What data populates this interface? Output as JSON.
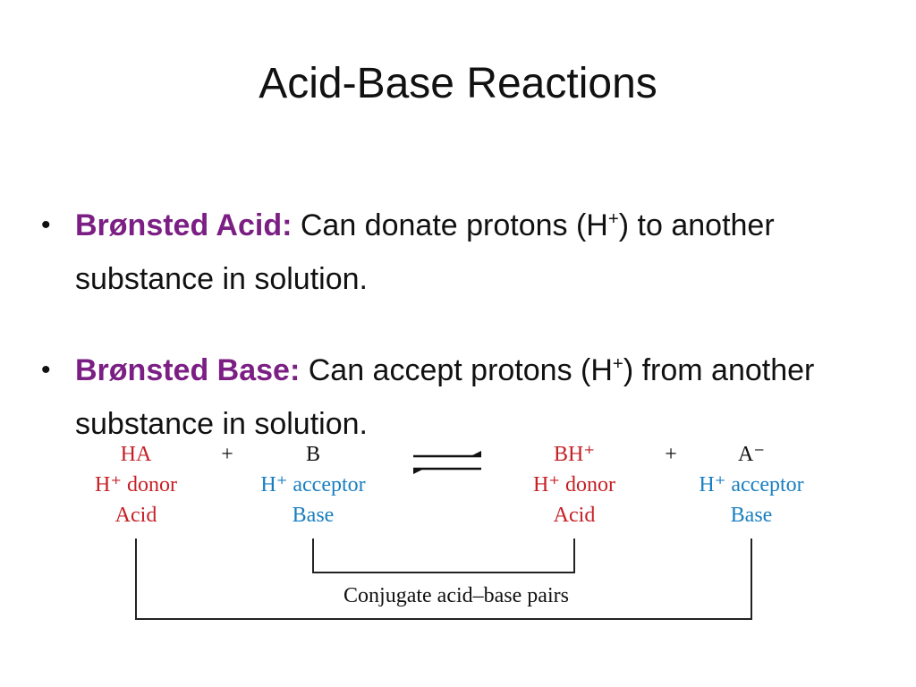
{
  "slide": {
    "title": "Acid-Base Reactions",
    "bullets": [
      {
        "term": "Brønsted Acid:",
        "text_before_sup": " Can donate protons (H",
        "sup": "+",
        "text_after_sup": ") to another substance in solution."
      },
      {
        "term": "Brønsted Base:",
        "text_before_sup": " Can accept protons (H",
        "sup": "+",
        "text_after_sup": ") from another substance in solution."
      }
    ]
  },
  "diagram": {
    "species": [
      {
        "formula": "HA",
        "role": "H⁺ donor",
        "type": "Acid"
      },
      {
        "formula": "B",
        "role": "H⁺ acceptor",
        "type": "Base"
      },
      {
        "formula": "BH⁺",
        "role": "H⁺ donor",
        "type": "Acid"
      },
      {
        "formula": "A⁻",
        "role": "H⁺ acceptor",
        "type": "Base"
      }
    ],
    "plus_sign": "+",
    "pairs_label": "Conjugate acid–base pairs"
  },
  "colors": {
    "term": "#7b1f84",
    "acid": "#c62026",
    "base": "#1a7fc1"
  },
  "icons": {
    "bullet": "bullet-dot",
    "equilibrium": "equilibrium-arrows"
  }
}
